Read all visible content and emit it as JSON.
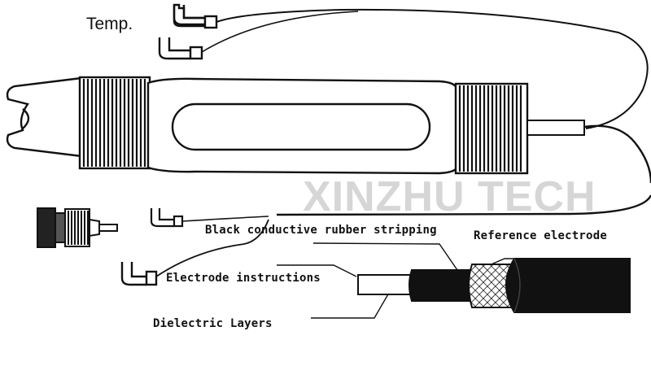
{
  "labels": {
    "temp": "Temp.",
    "black_rubber": "Black conductive rubber stripping",
    "reference_electrode": "Reference electrode",
    "electrode_instructions": "Electrode instructions",
    "dielectric_layers": "Dielectric Layers"
  },
  "watermark": "XINZHU TECH",
  "colors": {
    "ink": "#111111",
    "paper": "#ffffff",
    "watermark": "#cfcfcf"
  }
}
